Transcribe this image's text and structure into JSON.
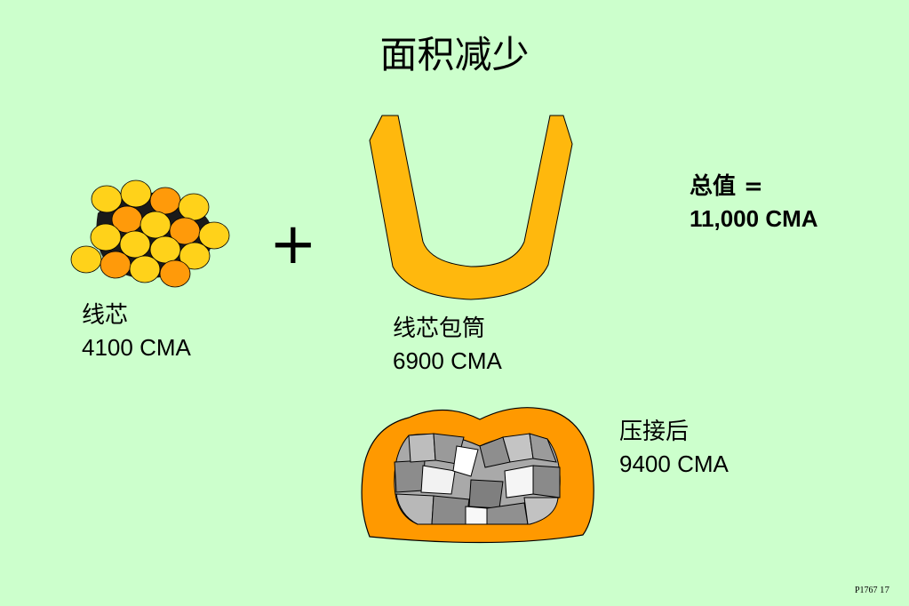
{
  "title": "面积减少",
  "strands": {
    "label": "线芯",
    "value": "4100 CMA",
    "colors": [
      "#ffd21a",
      "#ff9a0a"
    ]
  },
  "plus": "+",
  "barrel": {
    "label": "线芯包筒",
    "value": "6900 CMA",
    "color": "#ffb80d"
  },
  "total": {
    "label": "总值 =",
    "value": "11,000 CMA"
  },
  "crimped": {
    "label": "压接后",
    "value": "9400 CMA",
    "color": "#ff9900"
  },
  "footer": {
    "code": "P1767",
    "page": "17"
  }
}
